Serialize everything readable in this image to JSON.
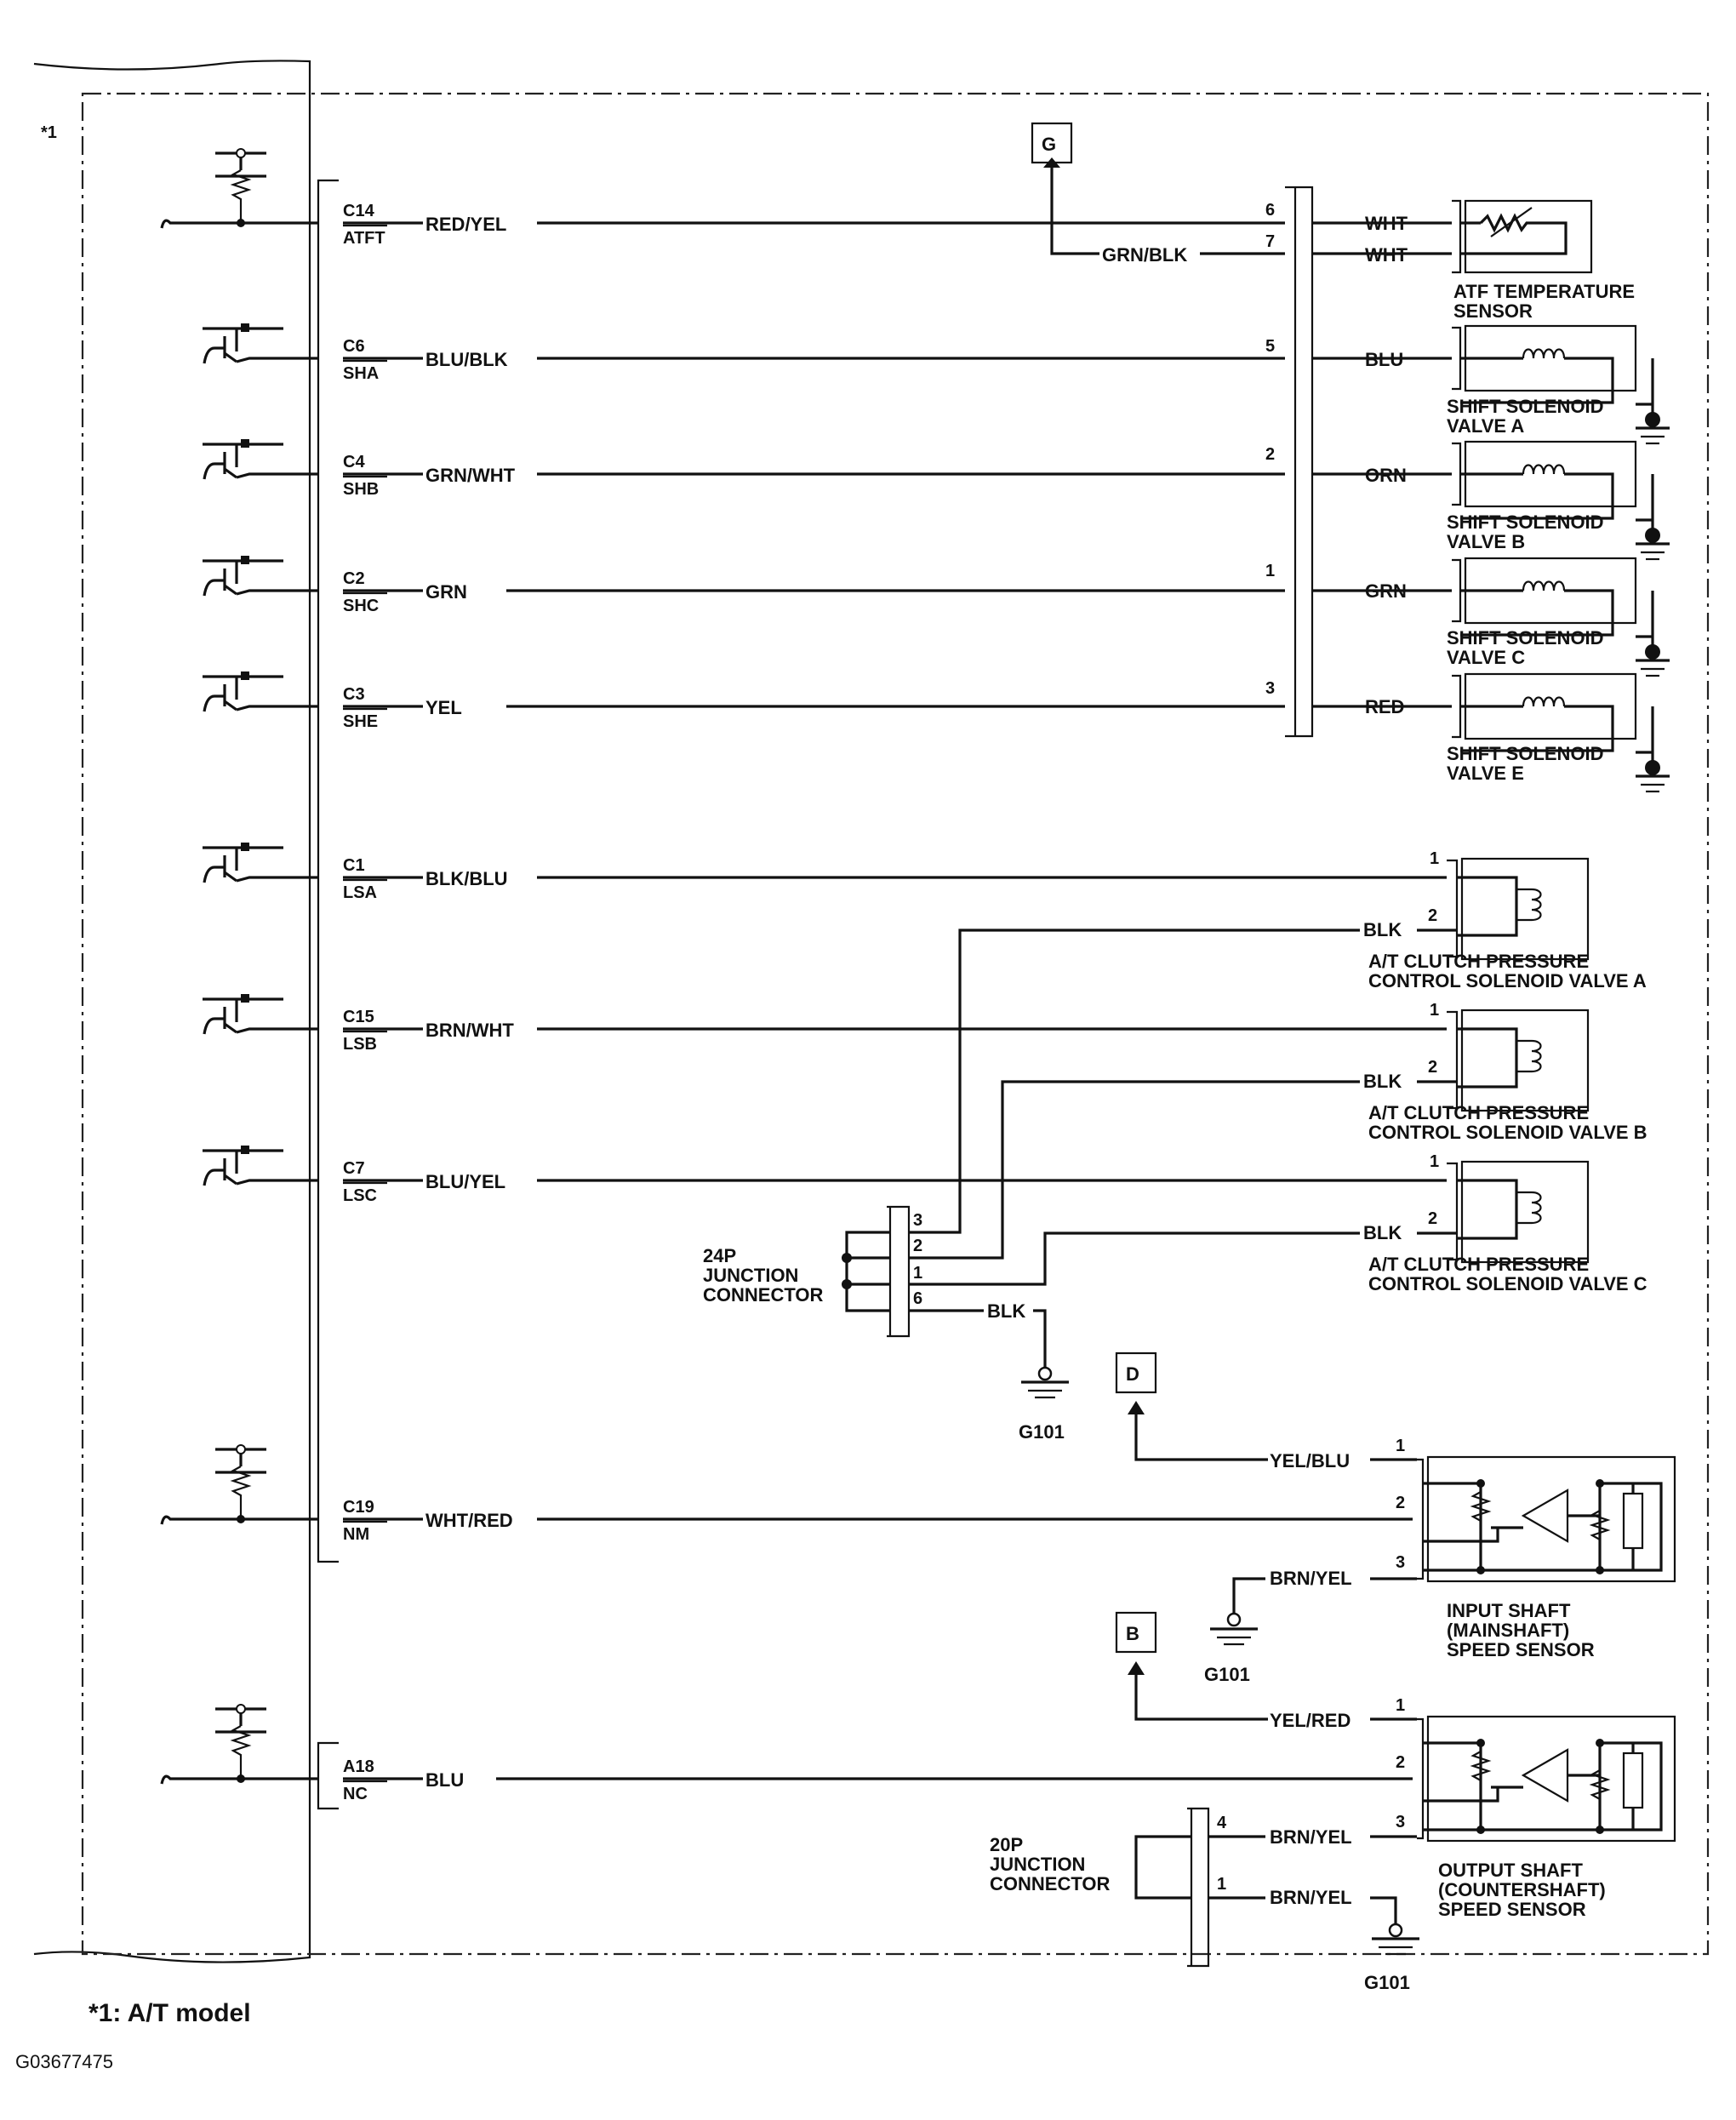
{
  "module": {
    "note_marker": "*1",
    "connectors": [
      {
        "pin": "C14",
        "func": "ATFT",
        "wire": "RED/YEL"
      },
      {
        "pin": "C6",
        "func": "SHA",
        "wire": "BLU/BLK"
      },
      {
        "pin": "C4",
        "func": "SHB",
        "wire": "GRN/WHT"
      },
      {
        "pin": "C2",
        "func": "SHC",
        "wire": "GRN"
      },
      {
        "pin": "C3",
        "func": "SHE",
        "wire": "YEL"
      },
      {
        "pin": "C1",
        "func": "LSA",
        "wire": "BLK/BLU"
      },
      {
        "pin": "C15",
        "func": "LSB",
        "wire": "BRN/WHT"
      },
      {
        "pin": "C7",
        "func": "LSC",
        "wire": "BLU/YEL"
      },
      {
        "pin": "C19",
        "func": "NM",
        "wire": "WHT/RED"
      },
      {
        "pin": "A18",
        "func": "NC",
        "wire": "BLU"
      }
    ]
  },
  "junction_main": {
    "pins": [
      "6",
      "7",
      "5",
      "2",
      "1",
      "3"
    ],
    "out_wires": [
      "WHT",
      "WHT",
      "BLU",
      "ORN",
      "GRN",
      "RED"
    ],
    "g_wire": "GRN/BLK"
  },
  "tags": {
    "g": "G",
    "d": "D",
    "b": "B"
  },
  "components": {
    "atf_sensor": [
      "ATF TEMPERATURE",
      "SENSOR"
    ],
    "sol_a": [
      "SHIFT SOLENOID",
      "VALVE A"
    ],
    "sol_b": [
      "SHIFT SOLENOID",
      "VALVE B"
    ],
    "sol_c": [
      "SHIFT SOLENOID",
      "VALVE C"
    ],
    "sol_e": [
      "SHIFT SOLENOID",
      "VALVE E"
    ],
    "lsa": [
      "A/T CLUTCH PRESSURE",
      "CONTROL SOLENOID VALVE A"
    ],
    "lsb": [
      "A/T CLUTCH PRESSURE",
      "CONTROL SOLENOID VALVE B"
    ],
    "lsc": [
      "A/T CLUTCH PRESSURE",
      "CONTROL SOLENOID VALVE C"
    ],
    "input_sensor": [
      "INPUT SHAFT",
      "(MAINSHAFT)",
      "SPEED SENSOR"
    ],
    "output_sensor": [
      "OUTPUT SHAFT",
      "(COUNTERSHAFT)",
      "SPEED SENSOR"
    ]
  },
  "pressure_pins": [
    "1",
    "2"
  ],
  "pressure_ground_wire": "BLK",
  "junction_24p": {
    "label": [
      "24P",
      "JUNCTION",
      "CONNECTOR"
    ],
    "pins": [
      "3",
      "2",
      "1",
      "6"
    ],
    "ground_wire": "BLK"
  },
  "junction_20p": {
    "label": [
      "20P",
      "JUNCTION",
      "CONNECTOR"
    ],
    "pins": [
      "4",
      "1"
    ],
    "wires": [
      "BRN/YEL",
      "BRN/YEL"
    ]
  },
  "sensor_pins": [
    "1",
    "2",
    "3"
  ],
  "input_sensor_wires": {
    "p1": "YEL/BLU",
    "p3": "BRN/YEL"
  },
  "output_sensor_wires": {
    "p1": "YEL/RED"
  },
  "grounds": {
    "g101": "G101"
  },
  "footnote": "*1: A/T model",
  "code": "G03677475"
}
